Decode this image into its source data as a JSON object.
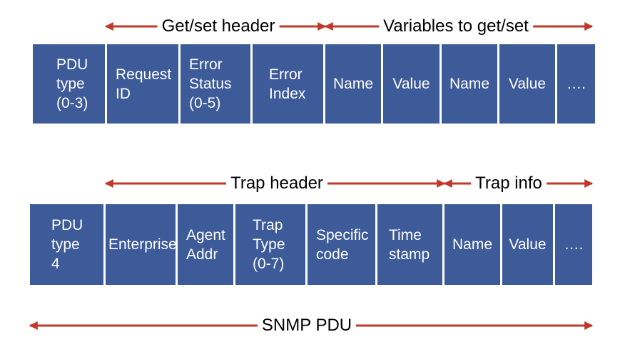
{
  "labels": {
    "get_set_header": "Get/set header",
    "variables": "Variables to get/set",
    "trap_header": "Trap header",
    "trap_info": "Trap info",
    "snmp_pdu": "SNMP PDU"
  },
  "row1": [
    "PDU\ntype\n(0-3)",
    "Request\nID",
    "Error\nStatus\n(0-5)",
    "Error\nIndex",
    "Name",
    "Value",
    "Name",
    "Value",
    "…."
  ],
  "row2": [
    "PDU\ntype\n4",
    "Enterprise",
    "Agent\nAddr",
    "Trap\nType\n(0-7)",
    "Specific\ncode",
    "Time\nstamp",
    "Name",
    "Value",
    "…."
  ],
  "colors": {
    "cell": "#3d5a99",
    "arrow": "#c0392b"
  }
}
